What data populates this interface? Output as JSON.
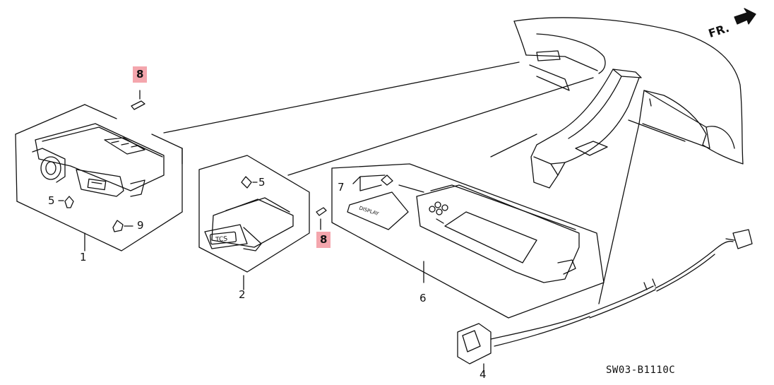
{
  "diagram": {
    "direction_label": "FR.",
    "drawing_code": "SW03-B1110C",
    "callouts": [
      {
        "id": "c8a",
        "label": "8",
        "highlight": true
      },
      {
        "id": "c5a",
        "label": "5",
        "highlight": false
      },
      {
        "id": "c9",
        "label": "9",
        "highlight": false
      },
      {
        "id": "c1",
        "label": "1",
        "highlight": false
      },
      {
        "id": "c5b",
        "label": "5",
        "highlight": false
      },
      {
        "id": "c8b",
        "label": "8",
        "highlight": true
      },
      {
        "id": "c2",
        "label": "2",
        "highlight": false
      },
      {
        "id": "c7",
        "label": "7",
        "highlight": false
      },
      {
        "id": "c6",
        "label": "6",
        "highlight": false
      },
      {
        "id": "c4",
        "label": "4",
        "highlight": false
      }
    ],
    "part_texts": {
      "tcs_button": "TCS",
      "display_cover": "DISPLAY"
    },
    "highlight_color": "#f4a6ad",
    "line_color": "#111111"
  }
}
